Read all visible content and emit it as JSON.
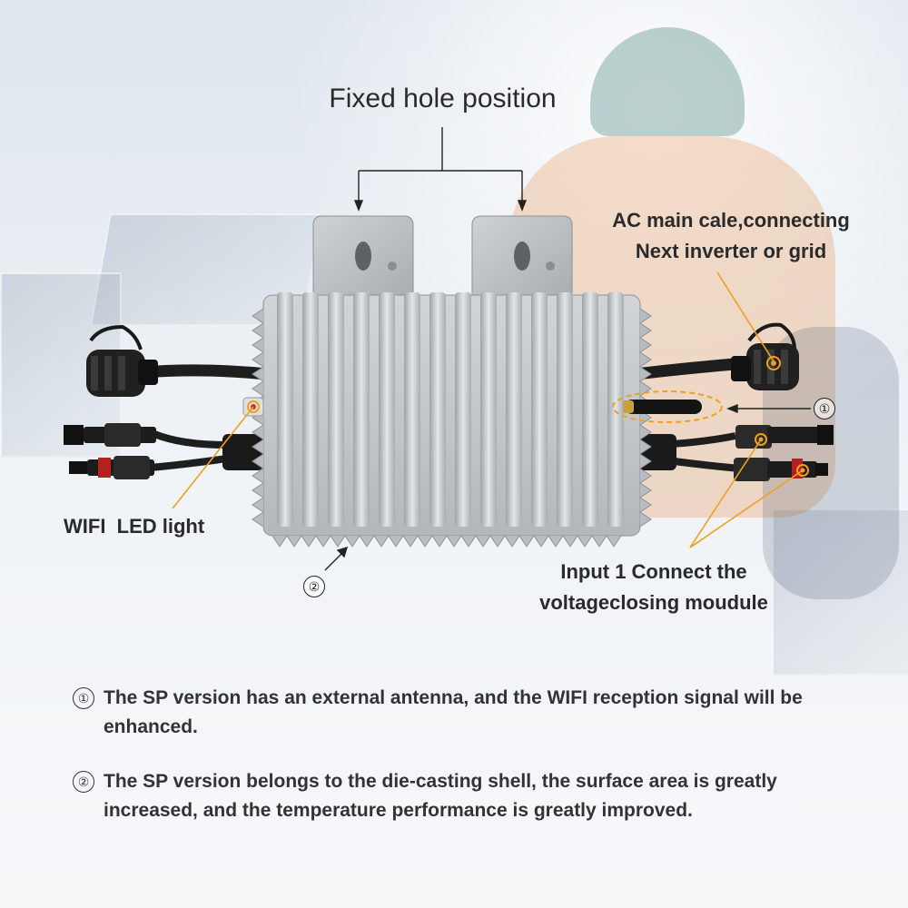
{
  "labels": {
    "fixed_hole": "Fixed hole position",
    "ac_main_line1": "AC main cale,connecting",
    "ac_main_line2": "Next inverter or grid",
    "wifi_led": "WIFI  LED light",
    "input_line1": "Input 1 Connect the",
    "input_line2": "voltageclosing moudule",
    "marker_1": "①",
    "marker_2": "②"
  },
  "notes": [
    {
      "marker": "①",
      "text": "The SP version has an external antenna, and the WIFI reception signal will be enhanced."
    },
    {
      "marker": "②",
      "text": "The SP version belongs to the die-casting shell, the surface area is greatly increased, and the temperature performance is greatly improved."
    }
  ],
  "colors": {
    "accent": "#f0a020",
    "text": "#2a2a2a",
    "housing": "#c8cbce"
  }
}
